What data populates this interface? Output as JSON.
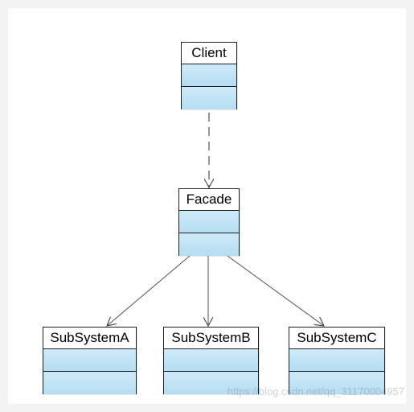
{
  "diagram": {
    "classes": {
      "client": {
        "name": "Client"
      },
      "facade": {
        "name": "Facade"
      },
      "subsystem_a": {
        "name": "SubSystemA"
      },
      "subsystem_b": {
        "name": "SubSystemB"
      },
      "subsystem_c": {
        "name": "SubSystemC"
      }
    },
    "relationships": [
      {
        "from": "Client",
        "to": "Facade",
        "kind": "dependency"
      },
      {
        "from": "Facade",
        "to": "SubSystemA",
        "kind": "association"
      },
      {
        "from": "Facade",
        "to": "SubSystemB",
        "kind": "association"
      },
      {
        "from": "Facade",
        "to": "SubSystemC",
        "kind": "association"
      }
    ],
    "colors": {
      "compartment_fill": "#c4e4f6",
      "border": "#1e1e1e",
      "line": "#505050"
    }
  },
  "watermark": "https://blog.csdn.net/qq_31170004957"
}
